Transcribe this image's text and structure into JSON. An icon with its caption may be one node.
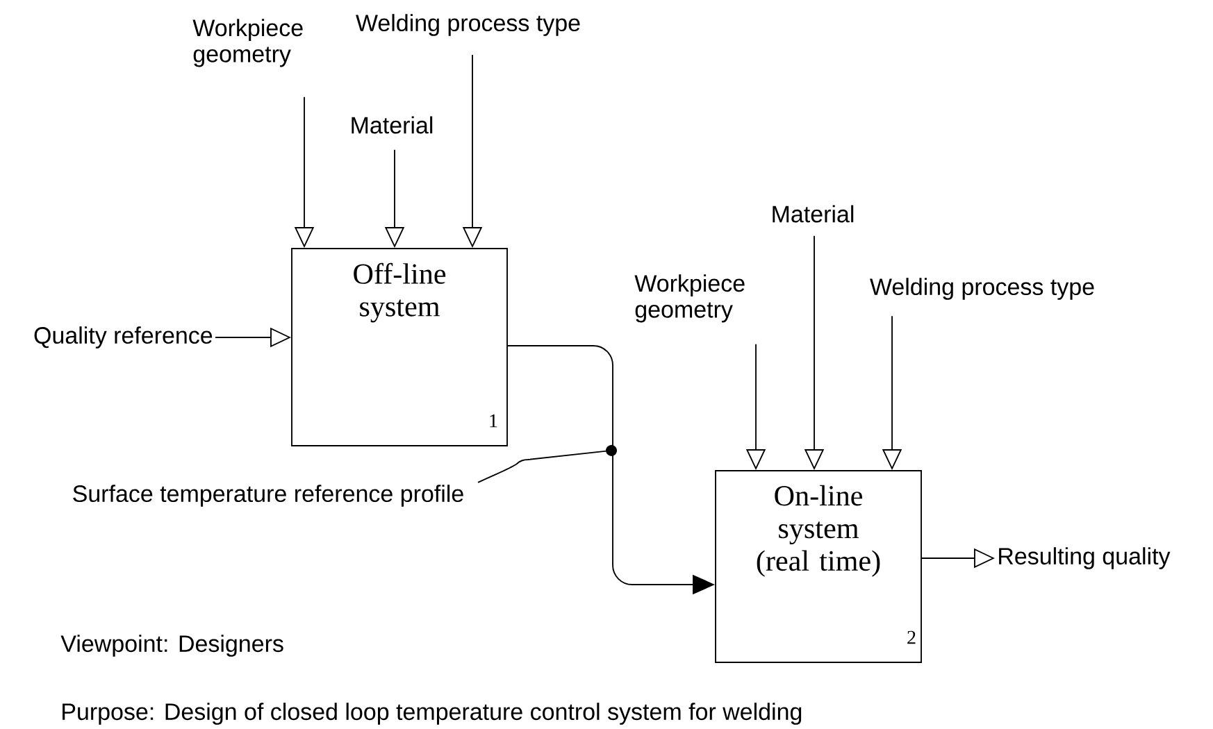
{
  "diagram": {
    "nodes": [
      {
        "text": [
          "Off-line system",
          "1"
        ]
      },
      {
        "text": [
          "On-line system (real time)",
          "2"
        ]
      },
      {
        "text": [
          "Workpiece geometry"
        ]
      },
      {
        "text": [
          "Material"
        ]
      },
      {
        "text": [
          "Welding process type"
        ]
      },
      {
        "text": [
          "Quality reference"
        ]
      },
      {
        "text": [
          "Workpiece geometry"
        ]
      },
      {
        "text": [
          "Material"
        ]
      },
      {
        "text": [
          "Welding process type"
        ]
      },
      {
        "text": [
          "Resulting quality"
        ]
      },
      {
        "text": [
          "Surface temperature reference profile"
        ]
      }
    ],
    "edges": [
      {
        "from": 0,
        "to": 1,
        "arrow": "to"
      },
      {
        "from": 2,
        "to": 0,
        "arrow": "to"
      },
      {
        "from": 3,
        "to": 0,
        "arrow": "to"
      },
      {
        "from": 4,
        "to": 0,
        "arrow": "to"
      },
      {
        "from": 5,
        "to": 0,
        "arrow": "to"
      },
      {
        "from": 6,
        "to": 1,
        "arrow": "to"
      },
      {
        "from": 7,
        "to": 1,
        "arrow": "to"
      },
      {
        "from": 8,
        "to": 1,
        "arrow": "to"
      },
      {
        "from": 1,
        "to": 9,
        "arrow": "to"
      },
      {
        "from": 10,
        "to": null,
        "arrow": "other"
      }
    ],
    "labels": [
      "Viewpoint: Designers",
      "Purpose: Design of closed loop temperature control system for welding"
    ]
  }
}
